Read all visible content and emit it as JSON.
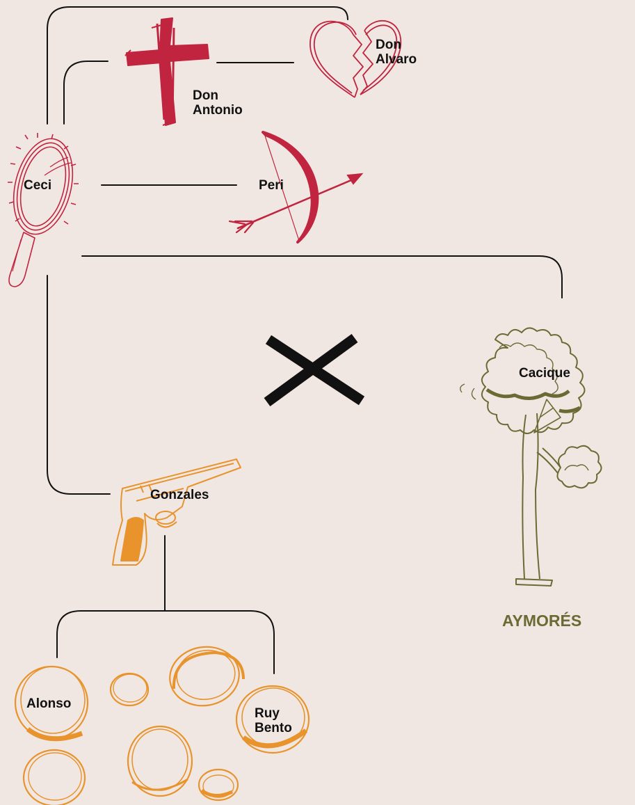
{
  "colors": {
    "background": "#f1e7e2",
    "connector": "#111111",
    "crimson": "#c0243f",
    "orange": "#e8932c",
    "olive": "#6b6a34"
  },
  "nodes": {
    "ceci": {
      "label": "Ceci",
      "icon": "hand-mirror-icon"
    },
    "don_antonio": {
      "line1": "Don",
      "line2": "Antonio",
      "icon": "cross-icon"
    },
    "don_alvaro": {
      "line1": "Don",
      "line2": "Alvaro",
      "icon": "broken-heart-icon"
    },
    "peri": {
      "label": "Peri",
      "icon": "bow-and-arrow-icon"
    },
    "cacique": {
      "label": "Cacique",
      "icon": "tree-icon"
    },
    "gonzales": {
      "label": "Gonzales",
      "icon": "revolver-icon"
    },
    "alonso": {
      "label": "Alonso",
      "icon": "coin-icon"
    },
    "ruy_bento": {
      "line1": "Ruy",
      "line2": "Bento",
      "icon": "coin-icon"
    }
  },
  "groups": {
    "aymores": {
      "label": "AYMORÉS"
    }
  },
  "symbols": {
    "conflict": {
      "icon": "cross-mark-icon"
    }
  }
}
